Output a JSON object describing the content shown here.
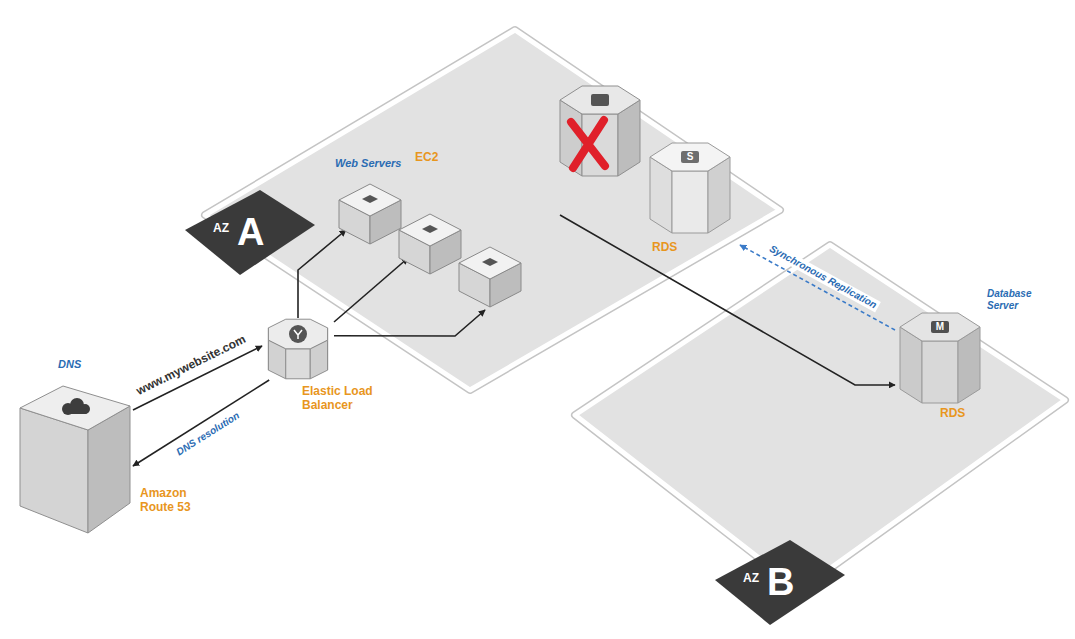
{
  "diagram": {
    "nodes": [
      {
        "text": [
          "AZ",
          "A"
        ]
      },
      {
        "text": [
          "Web Servers",
          "EC2"
        ],
        "in": 0
      },
      {
        "text": [
          "S",
          "RDS"
        ],
        "in": 0
      },
      {
        "text": [
          "Elastic Load Balancer"
        ]
      },
      {
        "text": [
          "DNS",
          "Amazon Route 53"
        ]
      },
      {
        "text": [
          "AZ",
          "B"
        ]
      },
      {
        "text": [
          "Database Server",
          "M",
          "RDS"
        ],
        "in": 5
      }
    ],
    "edges": [
      {
        "from": 4,
        "to": 3,
        "arrow": "to"
      },
      {
        "from": 3,
        "to": 4,
        "label": "DNS resolution",
        "arrow": "to"
      },
      {
        "from": 3,
        "to": 1,
        "arrow": "to"
      },
      {
        "from": 1,
        "to": 6,
        "arrow": "to"
      },
      {
        "from": 6,
        "to": 2,
        "label": "Synchronous Replication",
        "arrow": "to"
      }
    ],
    "labels": [
      "www.mywebsite.com"
    ]
  }
}
